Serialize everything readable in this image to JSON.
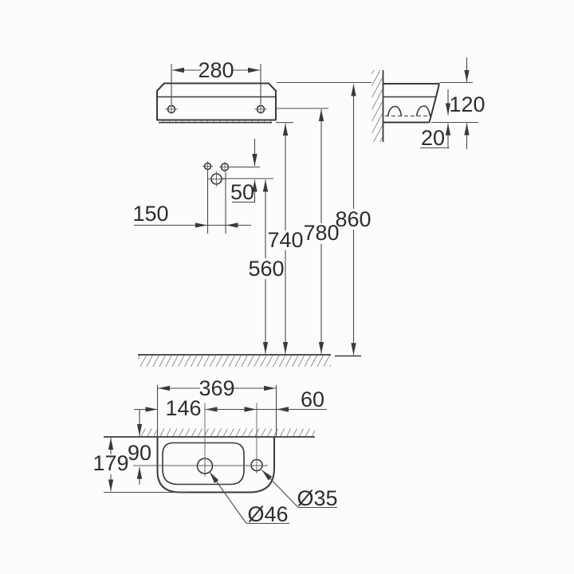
{
  "colors": {
    "background": "#fcfcfc",
    "line_color": "#3a3a3a",
    "dimension_line_color": "#4a4a4a",
    "text_color": "#2d2d2d"
  },
  "views": {
    "front": {
      "width_mm": "280"
    },
    "side": {
      "depth_mm": "120",
      "overhang_mm": "20"
    },
    "heights": {
      "trap_mm": "560",
      "underside_mm": "740",
      "fixing_mm": "780",
      "rim_mm": "860"
    },
    "tap_detail": {
      "offset_mm": "150",
      "pitch_mm": "50"
    },
    "plan": {
      "width_mm": "369",
      "tap_from_left_mm": "146",
      "hole_from_right_mm": "60",
      "tap_from_wall_mm": "90",
      "depth_mm": "179",
      "tap_hole_diameter": "Ø46",
      "side_hole_diameter": "Ø35"
    }
  }
}
